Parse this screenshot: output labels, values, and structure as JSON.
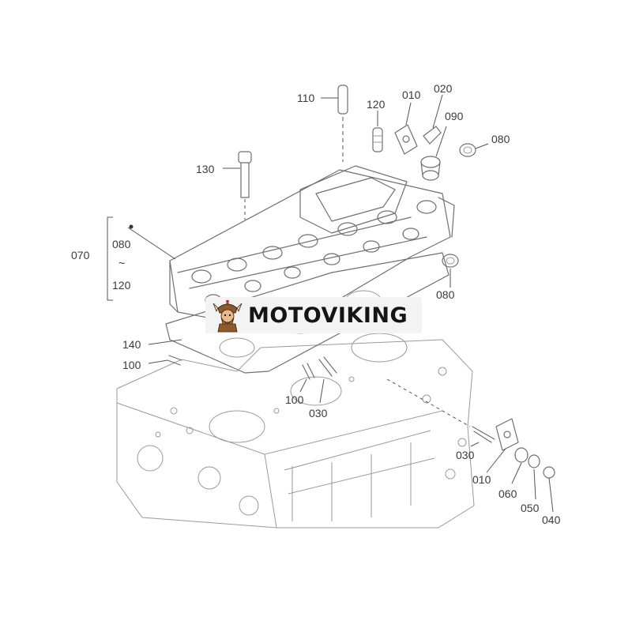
{
  "brand": {
    "name": "MOTOVIKING"
  },
  "callouts": {
    "c110": "110",
    "c120_top": "120",
    "c010_top": "010",
    "c020": "020",
    "c090": "090",
    "c080_right": "080",
    "c130": "130",
    "c070": "070",
    "c080_range": "080",
    "c120_range": "120",
    "range_tilde": "~",
    "c080_lower": "080",
    "c140": "140",
    "c100_left": "100",
    "c100_mid": "100",
    "c030_mid": "030",
    "c030_right": "030",
    "c010_bottom": "010",
    "c060": "060",
    "c050": "050",
    "c040": "040"
  }
}
